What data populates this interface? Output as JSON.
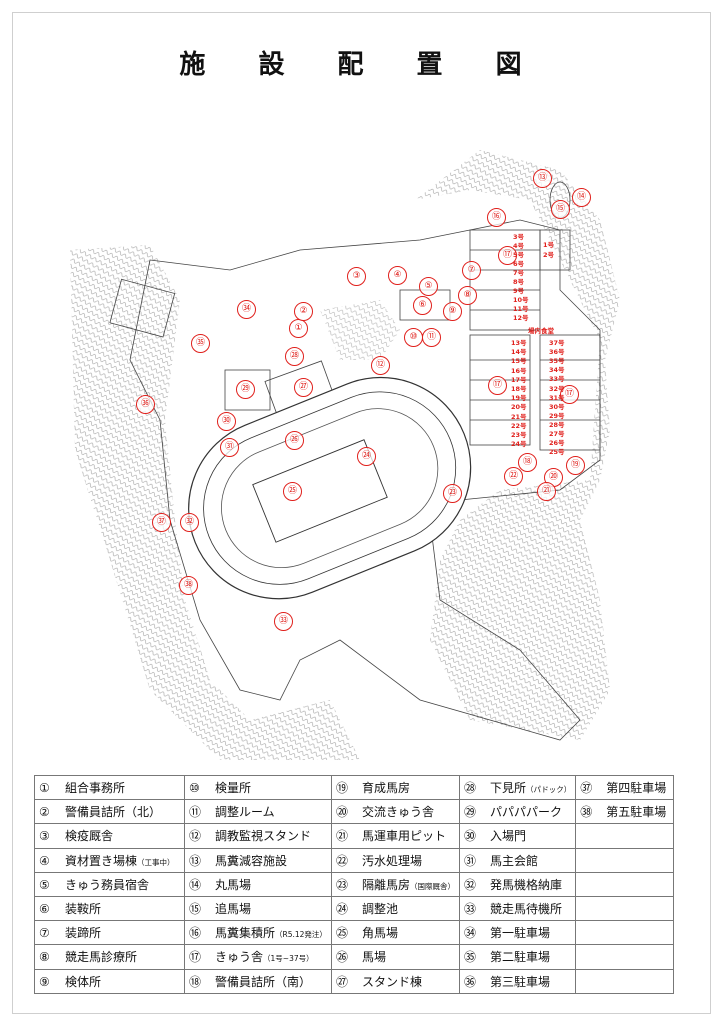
{
  "title": "施 設 配 置 図",
  "legend": [
    {
      "num": "①",
      "name": "組合事務所",
      "note": ""
    },
    {
      "num": "②",
      "name": "警備員詰所（北）",
      "note": ""
    },
    {
      "num": "③",
      "name": "検疫厩舎",
      "note": ""
    },
    {
      "num": "④",
      "name": "資材置き場棟",
      "note": "（工事中）"
    },
    {
      "num": "⑤",
      "name": "きゅう務員宿舎",
      "note": ""
    },
    {
      "num": "⑥",
      "name": "装鞍所",
      "note": ""
    },
    {
      "num": "⑦",
      "name": "装蹄所",
      "note": ""
    },
    {
      "num": "⑧",
      "name": "競走馬診療所",
      "note": ""
    },
    {
      "num": "⑨",
      "name": "検体所",
      "note": ""
    },
    {
      "num": "⑩",
      "name": "検量所",
      "note": ""
    },
    {
      "num": "⑪",
      "name": "調整ルーム",
      "note": ""
    },
    {
      "num": "⑫",
      "name": "調教監視スタンド",
      "note": ""
    },
    {
      "num": "⑬",
      "name": "馬糞減容施設",
      "note": ""
    },
    {
      "num": "⑭",
      "name": "丸馬場",
      "note": ""
    },
    {
      "num": "⑮",
      "name": "追馬場",
      "note": ""
    },
    {
      "num": "⑯",
      "name": "馬糞集積所",
      "note": "（R5.12発注）"
    },
    {
      "num": "⑰",
      "name": "きゅう舎",
      "note": "（1号~37号）"
    },
    {
      "num": "⑱",
      "name": "警備員詰所（南）",
      "note": ""
    },
    {
      "num": "⑲",
      "name": "育成馬房",
      "note": ""
    },
    {
      "num": "⑳",
      "name": "交流きゅう舎",
      "note": ""
    },
    {
      "num": "㉑",
      "name": "馬運車用ピット",
      "note": ""
    },
    {
      "num": "㉒",
      "name": "汚水処理場",
      "note": ""
    },
    {
      "num": "㉓",
      "name": "隔離馬房",
      "note": "（国際厩舎）"
    },
    {
      "num": "㉔",
      "name": "調整池",
      "note": ""
    },
    {
      "num": "㉕",
      "name": "角馬場",
      "note": ""
    },
    {
      "num": "㉖",
      "name": "馬場",
      "note": ""
    },
    {
      "num": "㉗",
      "name": "スタンド棟",
      "note": ""
    },
    {
      "num": "㉘",
      "name": "下見所",
      "note": "（パドック）"
    },
    {
      "num": "㉙",
      "name": "パパパパーク",
      "note": ""
    },
    {
      "num": "㉚",
      "name": "入場門",
      "note": ""
    },
    {
      "num": "㉛",
      "name": "馬主会館",
      "note": ""
    },
    {
      "num": "㉜",
      "name": "発馬機格納庫",
      "note": ""
    },
    {
      "num": "㉝",
      "name": "競走馬待機所",
      "note": ""
    },
    {
      "num": "㉞",
      "name": "第一駐車場",
      "note": ""
    },
    {
      "num": "㉟",
      "name": "第二駐車場",
      "note": ""
    },
    {
      "num": "㊱",
      "name": "第三駐車場",
      "note": ""
    },
    {
      "num": "㊲",
      "name": "第四駐車場",
      "note": ""
    },
    {
      "num": "㊳",
      "name": "第五駐車場",
      "note": ""
    }
  ],
  "map_markers": [
    "①",
    "②",
    "③",
    "④",
    "⑤",
    "⑥",
    "⑦",
    "⑧",
    "⑨",
    "⑩",
    "⑪",
    "⑫",
    "⑬",
    "⑭",
    "⑮",
    "⑯",
    "⑰",
    "⑰",
    "⑰",
    "⑱",
    "⑲",
    "⑳",
    "㉑",
    "㉒",
    "㉓",
    "㉔",
    "㉕",
    "㉖",
    "㉗",
    "㉘",
    "㉙",
    "㉚",
    "㉛",
    "㉜",
    "㉝",
    "㉞",
    "㉟",
    "㊱",
    "㊲",
    "㊳"
  ],
  "stall_labels": [
    "3号",
    "4号",
    "5号",
    "6号",
    "7号",
    "8号",
    "9号",
    "10号",
    "11号",
    "12号",
    "1号",
    "2号",
    "13号",
    "14号",
    "15号",
    "16号",
    "17号",
    "18号",
    "19号",
    "20号",
    "21号",
    "22号",
    "23号",
    "24号",
    "37号",
    "36号",
    "35号",
    "34号",
    "33号",
    "32号",
    "31号",
    "30号",
    "29号",
    "28号",
    "27号",
    "26号",
    "25号"
  ],
  "cafeteria_label": "場内食堂"
}
